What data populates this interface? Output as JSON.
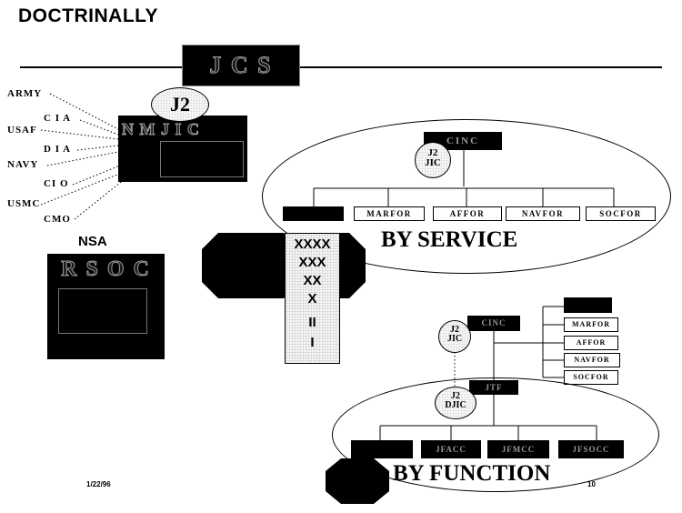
{
  "title": "DOCTRINALLY",
  "top": {
    "jcs": "J C S",
    "j2": "J2",
    "nmjic": "N M J I C"
  },
  "agencies_left": [
    "ARMY",
    "USAF",
    "NAVY",
    "USMC"
  ],
  "agencies_right": [
    "C I A",
    "D I A",
    "CI O",
    "CMO"
  ],
  "nsa": {
    "label": "NSA",
    "rsoc": "R S O C"
  },
  "service": {
    "cinc": "CINC",
    "j2": "J2",
    "jic": "JIC",
    "components": [
      "MARFOR",
      "AFFOR",
      "NAVFOR",
      "SOCFOR"
    ],
    "label": "BY SERVICE"
  },
  "echelons": [
    "XXXX",
    "XXX",
    "XX",
    "X",
    "II",
    "I"
  ],
  "function": {
    "cinc": "CINC",
    "j2": "J2",
    "jic": "JIC",
    "components": [
      "MARFOR",
      "AFFOR",
      "NAVFOR",
      "SOCFOR"
    ],
    "jtf": "JTF",
    "jtf_j2": "J2",
    "jtf_jic": "DJIC",
    "sub": [
      "",
      "JFACC",
      "JFMCC",
      "JFSOCC"
    ],
    "label": "BY FUNCTION"
  },
  "footer": {
    "date": "1/22/96",
    "page": "10"
  }
}
